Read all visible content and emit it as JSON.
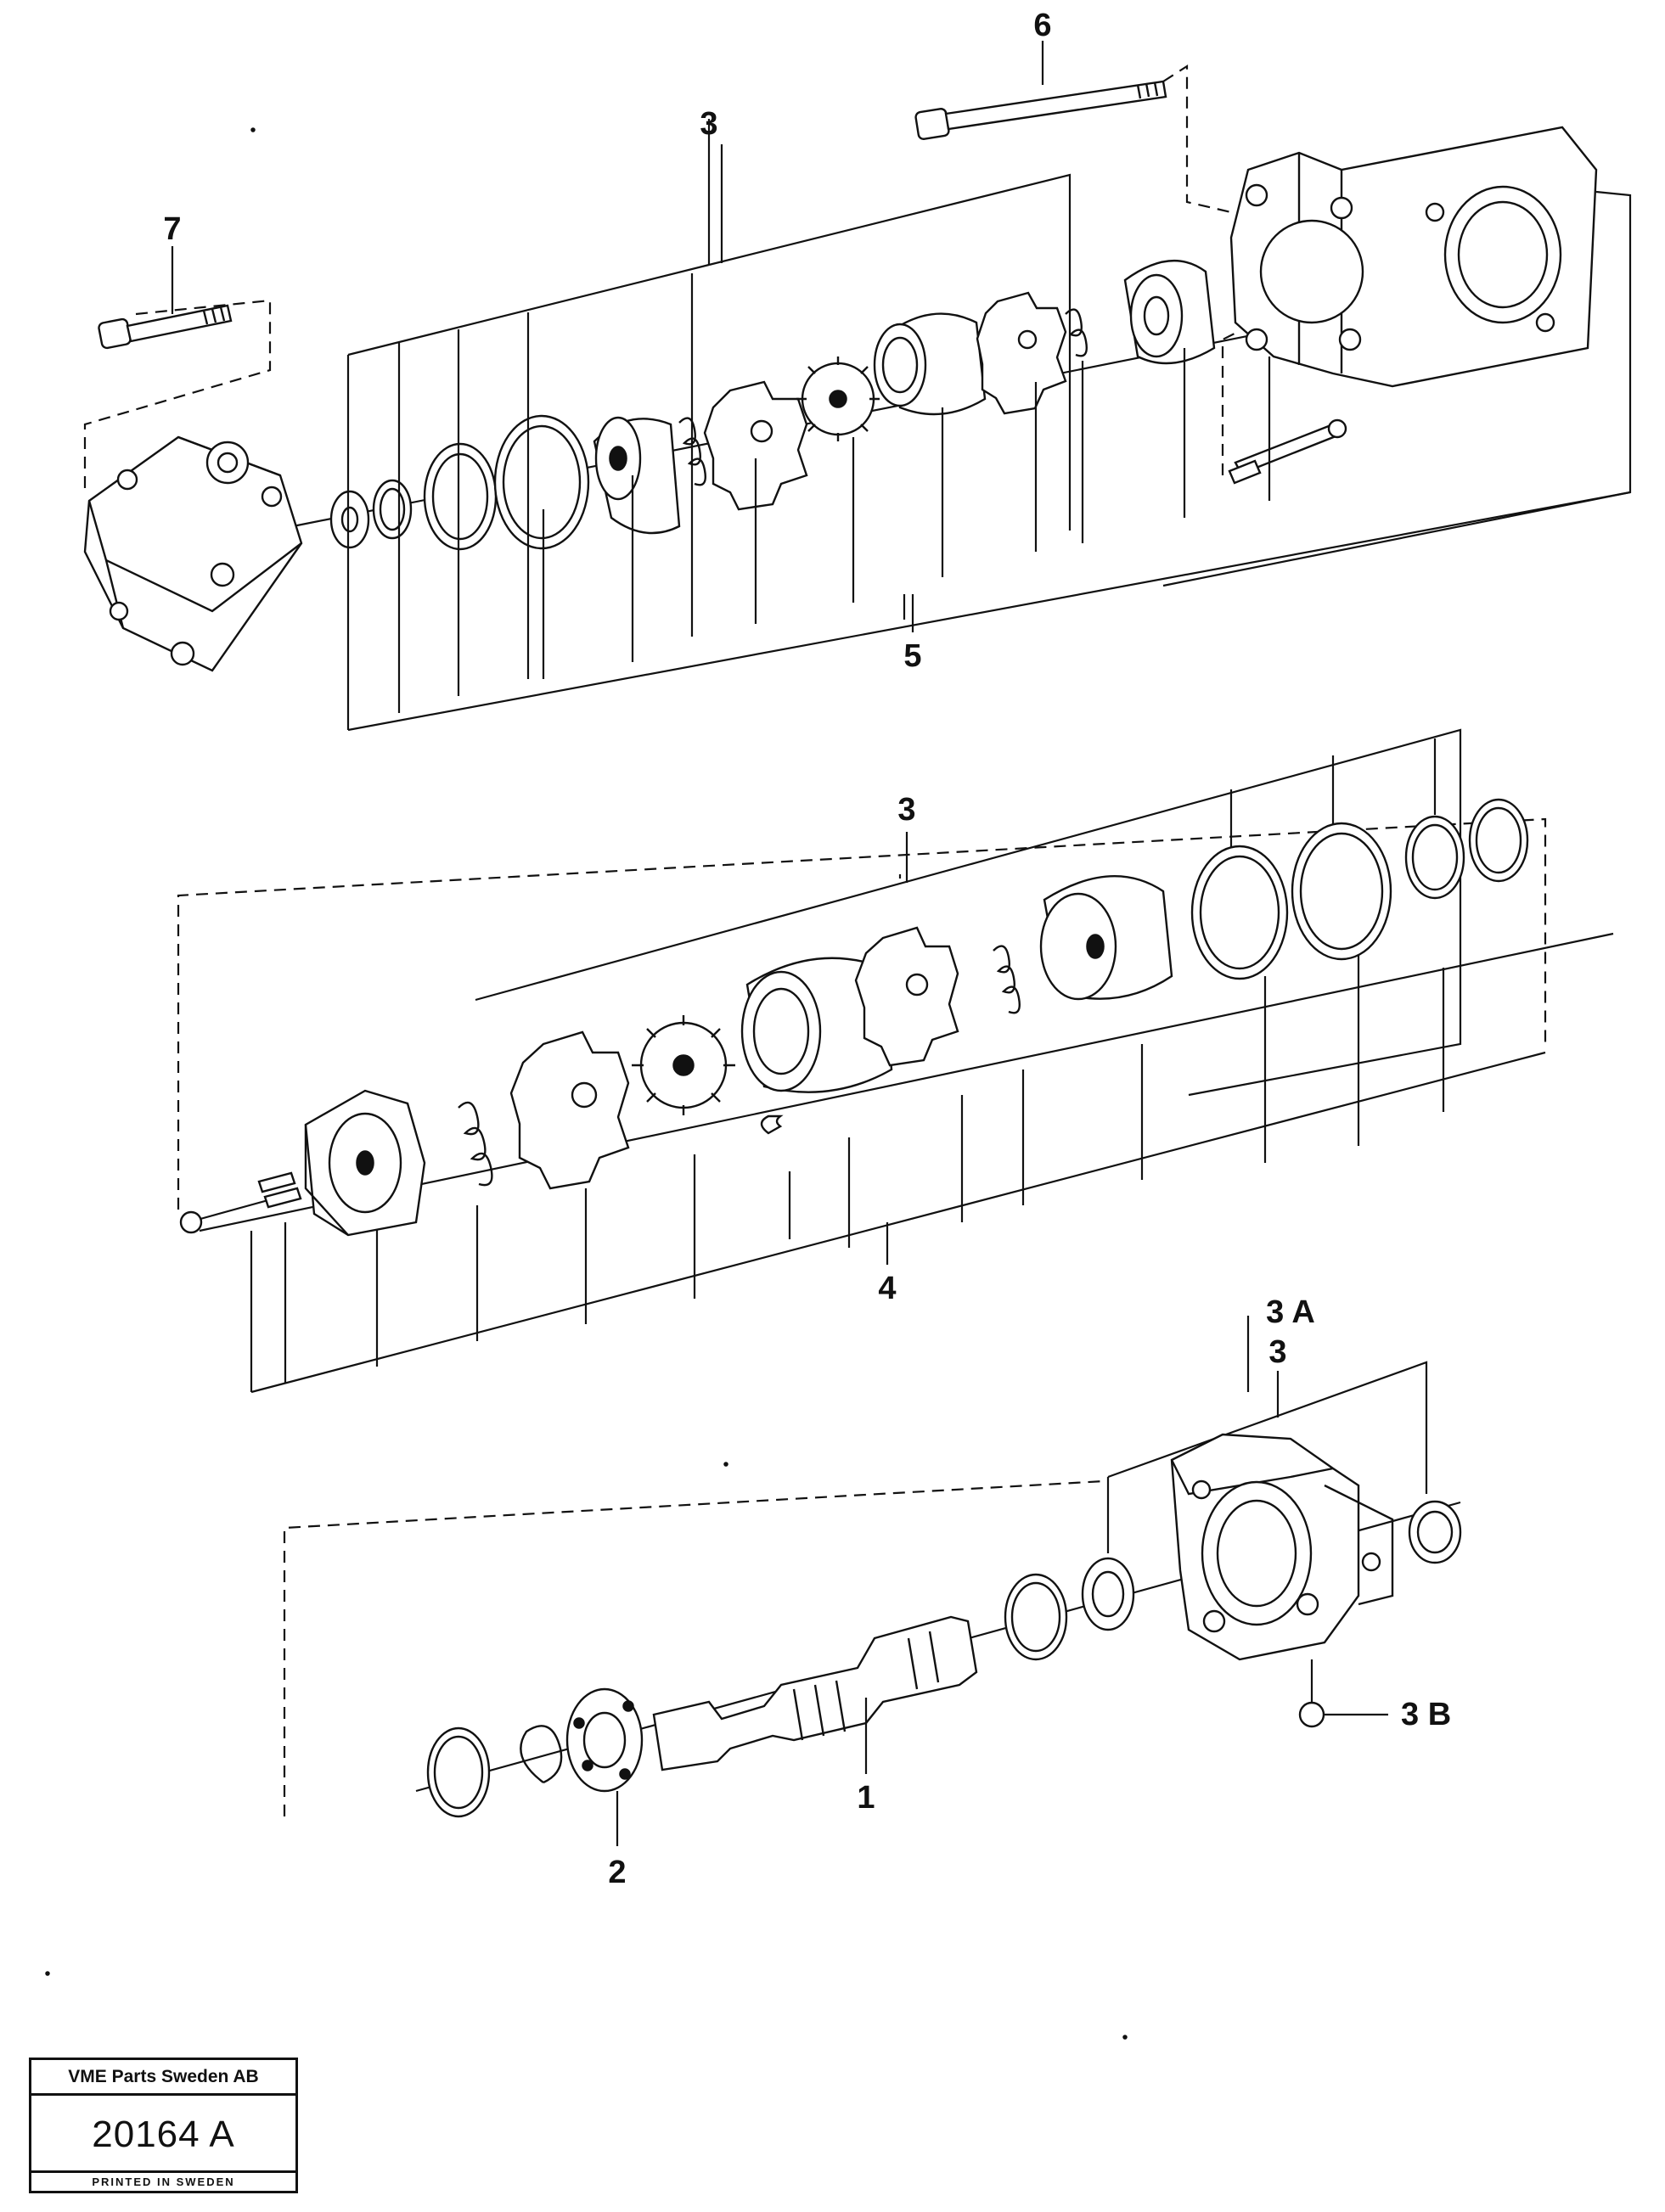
{
  "callouts": {
    "c1": "1",
    "c2": "2",
    "c3_top": "3",
    "c3_mid": "3",
    "c3_low": "3",
    "c3a": "3 A",
    "c3b": "3 B",
    "c4": "4",
    "c5": "5",
    "c6": "6",
    "c7": "7"
  },
  "title_block": {
    "company": "VME Parts Sweden AB",
    "drawing_number": "20164 A",
    "printed": "PRINTED IN SWEDEN"
  }
}
